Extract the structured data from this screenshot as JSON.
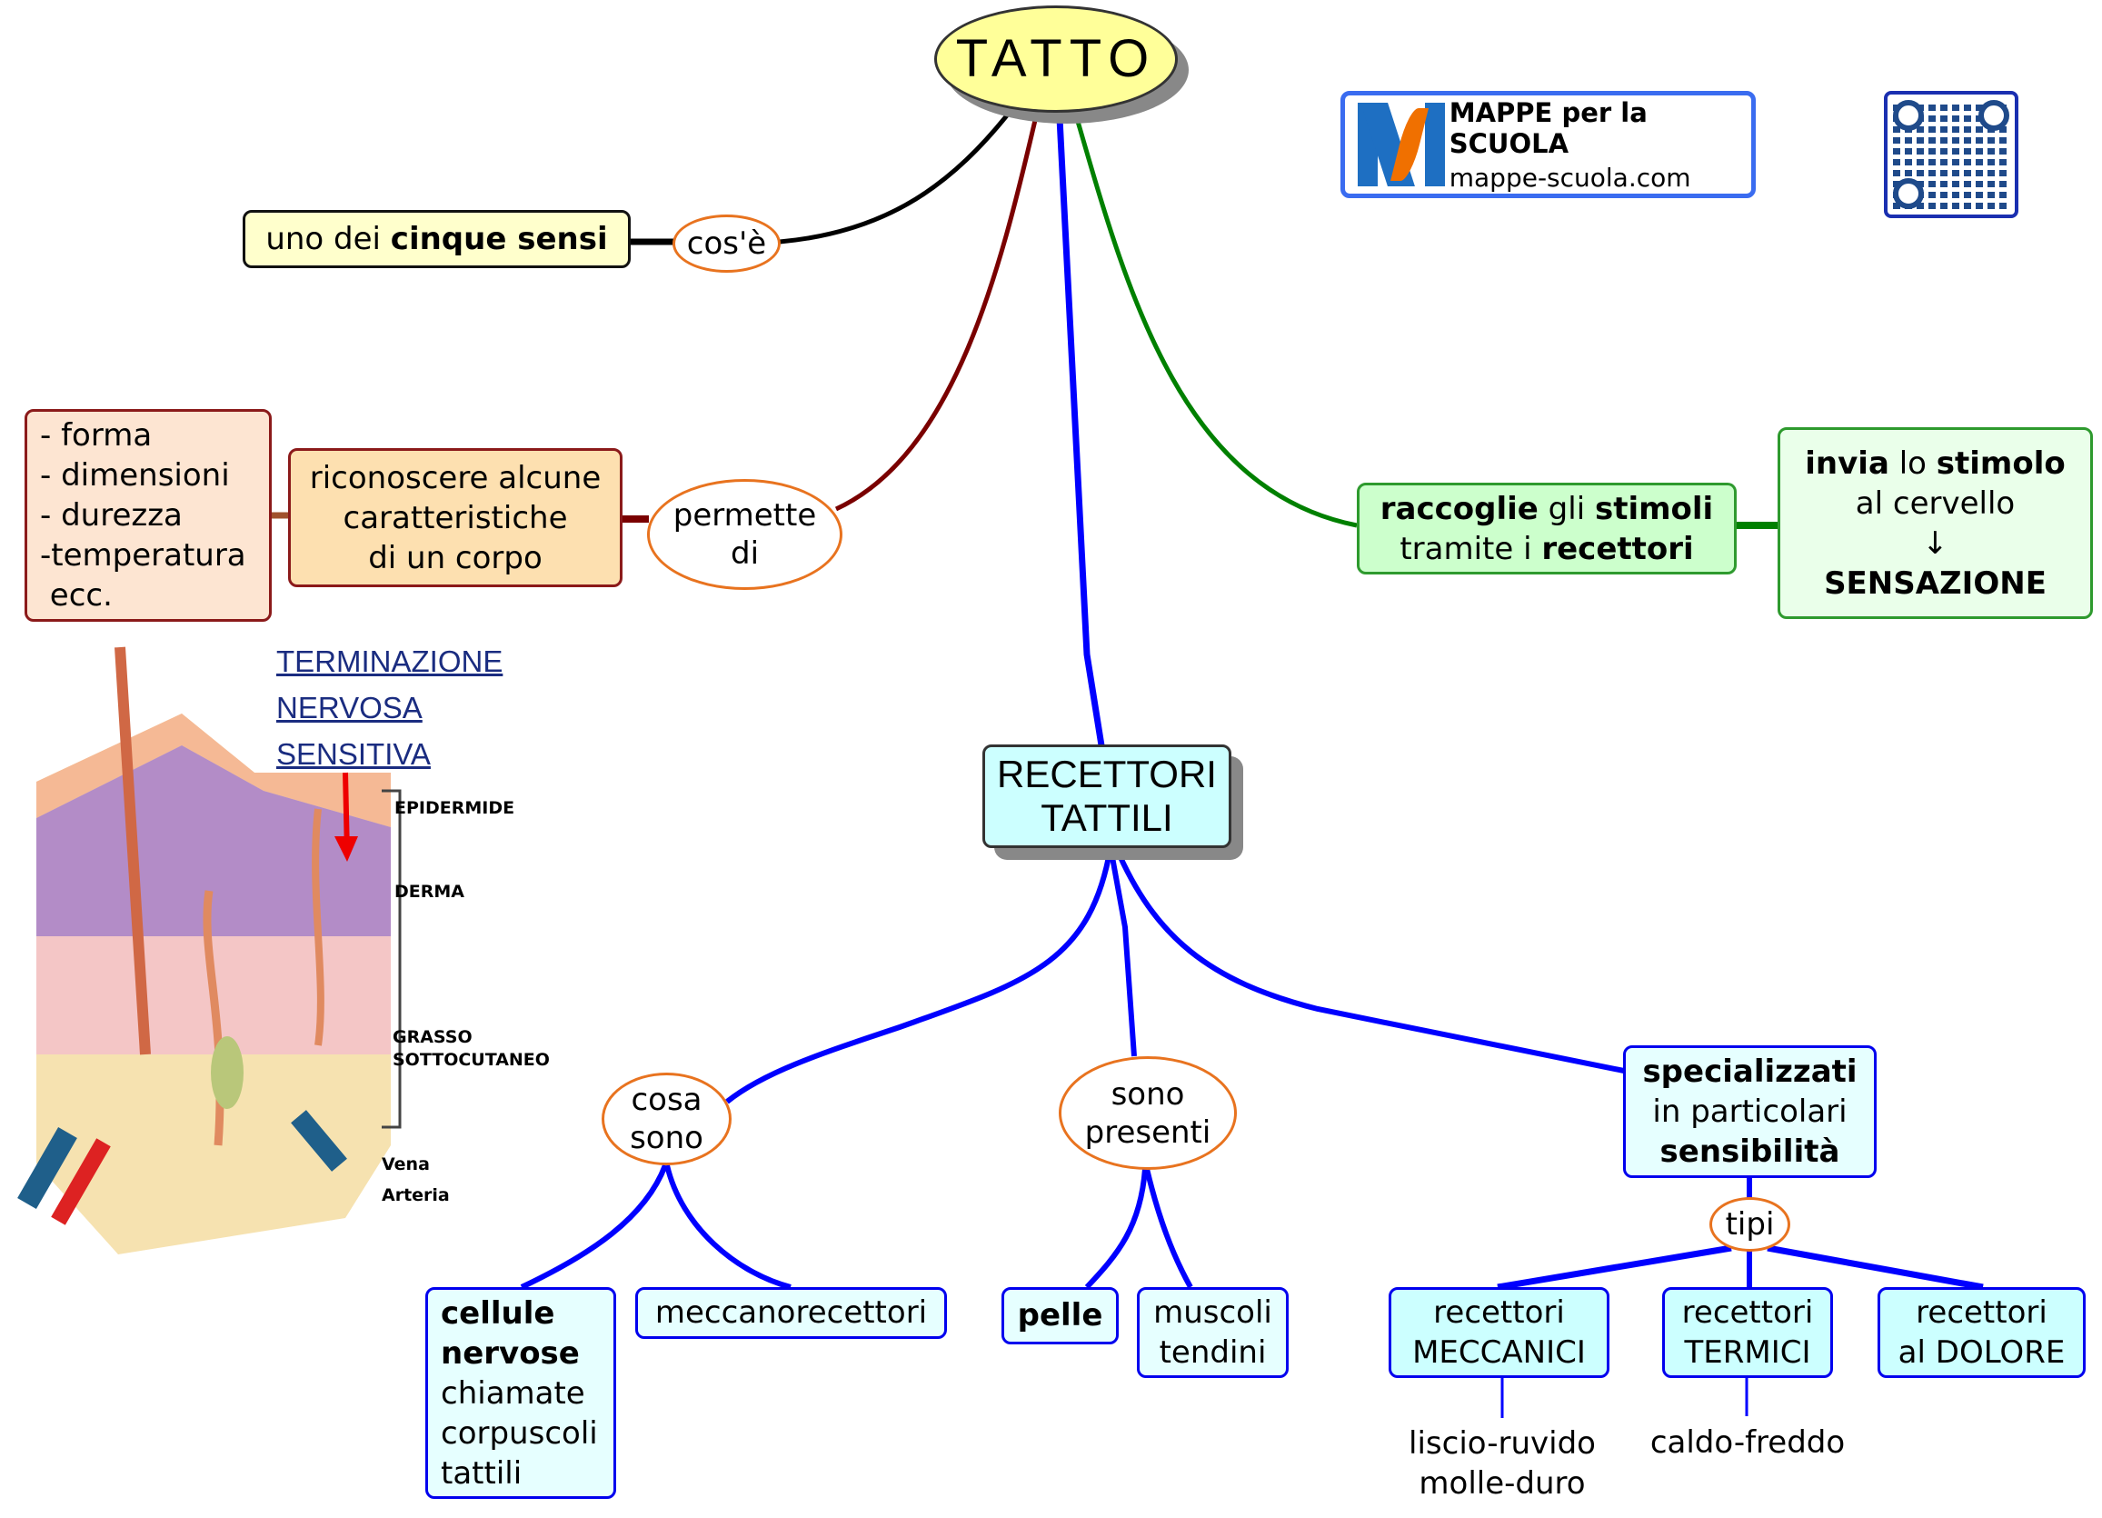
{
  "title": "TATTO",
  "logo": {
    "line1": "MAPPE per la SCUOLA",
    "line2": "mappe-scuola.com",
    "icon": "mappe-logo-icon"
  },
  "qr": {
    "icon": "qr-code-icon"
  },
  "colors": {
    "black_link": "#000000",
    "maroon_link": "#7a0000",
    "blue_link": "#0000ff",
    "green_link": "#008000",
    "connector_border": "#e8731f",
    "title_fill": "#ffff99"
  },
  "cose": {
    "connector": "cos'è",
    "box": {
      "normal": "uno dei ",
      "bold": "cinque sensi"
    }
  },
  "permette": {
    "connector_l1": "permette",
    "connector_l2": "di",
    "box_lines": [
      "riconoscere alcune",
      "caratteristiche",
      "di un corpo"
    ],
    "list_lines": [
      "- forma",
      "- dimensioni",
      "- durezza",
      "-temperatura",
      " ecc."
    ]
  },
  "raccoglie": {
    "l1_b1": "raccoglie",
    "l1_n": " gli ",
    "l1_b2": "stimoli",
    "l2_n": "tramite i ",
    "l2_b": "recettori"
  },
  "invia": {
    "l1_b1": "invia",
    "l1_n": " lo ",
    "l1_b2": "stimolo",
    "l2": "al cervello",
    "arrow": "↓",
    "l3": "SENSAZIONE"
  },
  "skin_image": {
    "caption_lines": [
      "TERMINAZIONE",
      "NERVOSA",
      "SENSITIVA"
    ],
    "labels": [
      "EPIDERMIDE",
      "DERMA",
      "GRASSO",
      "SOTTOCUTANEO",
      "Vena",
      "Arteria"
    ]
  },
  "recettori": {
    "title_l1": "RECETTORI",
    "title_l2": "TATTILI",
    "cosa_sono": {
      "connector_l1": "cosa",
      "connector_l2": "sono",
      "cellule": {
        "bold_l1": "cellule",
        "bold_l2": "nervose",
        "l3": "chiamate",
        "l4": "corpuscoli",
        "l5": "tattili"
      },
      "meccano": "meccanorecettori"
    },
    "sono_presenti": {
      "connector_l1": "sono",
      "connector_l2": "presenti",
      "pelle": "pelle",
      "muscoli_l1": "muscoli",
      "muscoli_l2": "tendini"
    },
    "specializzati": {
      "l1": "specializzati",
      "l2": "in particolari",
      "l3": "sensibilità",
      "connector": "tipi",
      "types": [
        {
          "l1": "recettori",
          "l2": "MECCANICI",
          "detail": [
            "liscio-ruvido",
            "molle-duro"
          ]
        },
        {
          "l1": "recettori",
          "l2": "TERMICI",
          "detail": [
            "caldo-freddo"
          ]
        },
        {
          "l1": "recettori",
          "l2": "al DOLORE",
          "detail": []
        }
      ]
    }
  }
}
